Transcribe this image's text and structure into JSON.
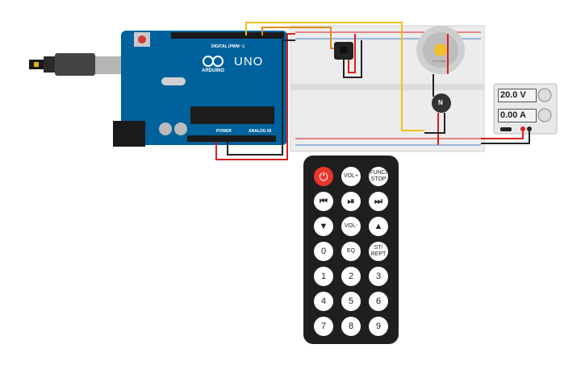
{
  "arduino": {
    "board_label": "UNO",
    "brand": "ARDUINO",
    "digital_header": "DIGITAL (PWM ~)",
    "power_header": "POWER",
    "analog_header": "ANALOG IN"
  },
  "motor": {
    "label": "Dc motor"
  },
  "transistor": {
    "label": "N"
  },
  "power_supply": {
    "voltage": "20.0 V",
    "current": "0.00 A"
  },
  "remote": {
    "buttons": {
      "power": "⏻",
      "vol_up": "VOL+",
      "func_stop": "FUNC/ STOP",
      "prev": "⏮",
      "play_pause": "⏯",
      "next": "⏭",
      "down": "▼",
      "vol_down": "VOL-",
      "up": "▲",
      "zero": "0",
      "eq": "EQ",
      "st_rept": "ST/ REPT",
      "one": "1",
      "two": "2",
      "three": "3",
      "four": "4",
      "five": "5",
      "six": "6",
      "seven": "7",
      "eight": "8",
      "nine": "9"
    }
  },
  "colors": {
    "arduino_blue": "#00629c",
    "breadboard": "#ececec",
    "wire_red": "#d9201f",
    "wire_black": "#222222",
    "wire_yellow": "#f3c01a",
    "wire_orange": "#e08a1e",
    "remote_body": "#1f1f1f",
    "power_button": "#e8372d"
  }
}
